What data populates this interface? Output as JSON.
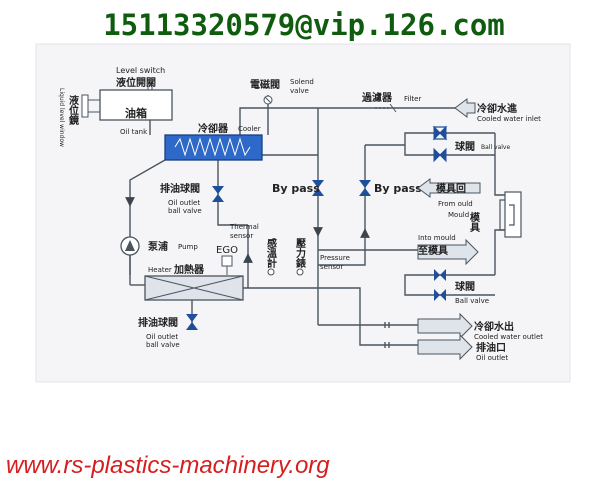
{
  "header": {
    "phone_email": "15113320579@vip.126.com"
  },
  "footer": {
    "website": "www.rs-plastics-machinery.org"
  },
  "labels": {
    "level_switch_en": "Level switch",
    "level_switch_cn": "液位開關",
    "liquid_window_cn": "液位鏡",
    "liquid_window_en": "Liquid level window",
    "oil_tank_cn": "油箱",
    "oil_tank_en": "Oil tank",
    "solenoid_cn": "電磁閥",
    "solenoid_en1": "Solend",
    "solenoid_en2": "valve",
    "filter_cn": "過濾器",
    "filter_en": "Filter",
    "cw_inlet_cn": "冷卻水進",
    "cw_inlet_en": "Cooled water inlet",
    "cooler_cn": "冷卻器",
    "cooler_en": "Cooler",
    "ball_valve_top_cn": "球閥",
    "ball_valve_top_en": "Ball valve",
    "drain_top_cn": "排油球閥",
    "drain_top_en1": "Oil outlet",
    "drain_top_en2": "ball valve",
    "bypass_1": "By pass",
    "bypass_2": "By pass",
    "from_mould_cn": "模具回",
    "from_mould_en": "From ould",
    "mould_en": "Mould",
    "mould_cn": "模具",
    "pump_cn": "泵浦",
    "pump_en": "Pump",
    "ego": "EGO",
    "thermal_en1": "Thermal",
    "thermal_en2": "sensor",
    "temp_sensor_cn": "感溫計",
    "pressure_gauge_cn": "壓力錶",
    "pressure_en1": "Pressure",
    "pressure_en2": "sensor",
    "into_mould_en": "Into mould",
    "into_mould_cn": "至模具",
    "heater_en": "Heater",
    "heater_cn": "加熱器",
    "ball_valve_bot_cn": "球閥",
    "ball_valve_bot_en": "Ball valve",
    "drain_bot_cn": "排油球閥",
    "drain_bot_en1": "Oil outlet",
    "drain_bot_en2": "ball valve",
    "cw_outlet_cn": "冷卻水出",
    "cw_outlet_en": "Cooled water outlet",
    "oil_outlet_cn": "排油口",
    "oil_outlet_en": "Oil outlet"
  },
  "colors": {
    "pipe": "#4a5560",
    "cooler_fill": "#2e68c8",
    "panel_bg": "#f5f5f7",
    "heater_fill": "#e0e3ea",
    "arrow_fill": "#dfe3ea",
    "valve_fill": "#1f4f9a",
    "url_green": "#0f5c0f",
    "url_red": "#d51f1f"
  }
}
